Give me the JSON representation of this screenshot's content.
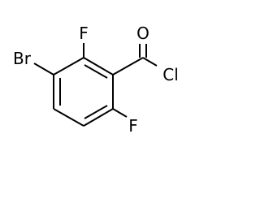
{
  "molecule": {
    "atoms": {
      "br": {
        "symbol": "Br",
        "color": "#000000"
      },
      "f_top": {
        "symbol": "F",
        "color": "#000000"
      },
      "f_bottom": {
        "symbol": "F",
        "color": "#000000"
      },
      "o": {
        "symbol": "O",
        "color": "#000000"
      },
      "cl": {
        "symbol": "Cl",
        "color": "#000000"
      }
    }
  }
}
